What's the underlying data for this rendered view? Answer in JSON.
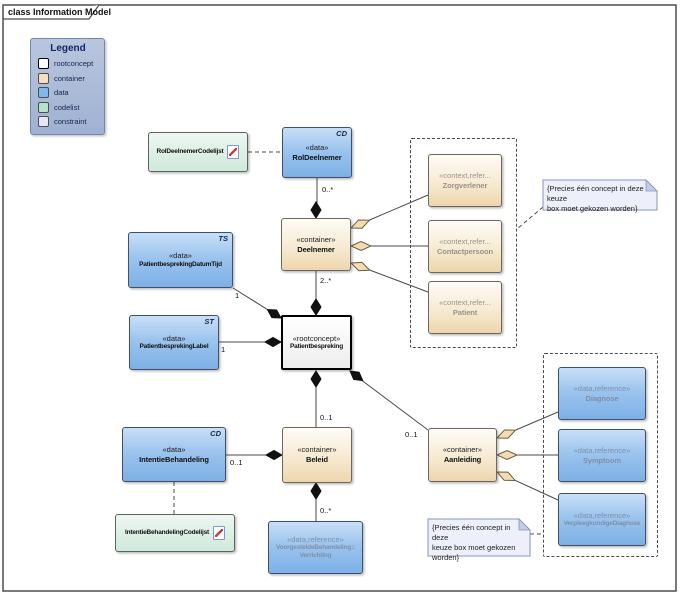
{
  "frame": {
    "title": "class Information Model"
  },
  "legend": {
    "title": "Legend",
    "items": [
      {
        "label": "rootconcept",
        "color": "#ffffff"
      },
      {
        "label": "container",
        "color": "#f5dfc0"
      },
      {
        "label": "data",
        "color": "#7db9ed"
      },
      {
        "label": "codelist",
        "color": "#b7e2ca"
      },
      {
        "label": "constraint",
        "color": "#e6e6f8"
      }
    ]
  },
  "nodes": {
    "rolDeelnemerCodelijst": {
      "label": "RolDeelnemerCodelijst"
    },
    "rolDeelnemer": {
      "stereotype": "«data»",
      "label": "RolDeelnemer",
      "tag": "CD"
    },
    "deelnemer": {
      "stereotype": "«container»",
      "label": "Deelnemer"
    },
    "zorgverlener": {
      "stereotype": "«context,refer...",
      "label": "Zorgverlener"
    },
    "contactpersoon": {
      "stereotype": "«context,refer...",
      "label": "Contactpersoon"
    },
    "patient": {
      "stereotype": "«context,refer...",
      "label": "Patient"
    },
    "patientbesprekingDatumTijd": {
      "stereotype": "«data»",
      "label": "PatientbesprekingDatumTijd",
      "tag": "TS"
    },
    "patientbesprekingLabel": {
      "stereotype": "«data»",
      "label": "PatientbesprekingLabel",
      "tag": "ST"
    },
    "patientbespreking": {
      "stereotype": "«rootconcept»",
      "label": "Patientbespreking"
    },
    "beleid": {
      "stereotype": "«container»",
      "label": "Beleid"
    },
    "intentieBehandeling": {
      "stereotype": "«data»",
      "label": "IntentieBehandeling",
      "tag": "CD"
    },
    "intentieBehandelingCodelijst": {
      "label": "IntentieBehandelingCodelijst"
    },
    "voorgesteldeBehandeling": {
      "stereotype": "«data,reference»",
      "label": "VoorgesteldeBehandeling::\nVerrichting"
    },
    "aanleiding": {
      "stereotype": "«container»",
      "label": "Aanleiding"
    },
    "diagnose": {
      "stereotype": "«data,reference»",
      "label": "Diagnose"
    },
    "symptoom": {
      "stereotype": "«data,reference»",
      "label": "Symptoom"
    },
    "verpleegkundigeDiagnose": {
      "stereotype": "«data,reference»",
      "label": "VerpleegkundigeDiagnose"
    }
  },
  "notes": {
    "keuzeTop": "{Precies één concept in deze keuze\nbox moet gekozen worden}",
    "keuzeBottom": "{Precies één concept in deze\nkeuze box moet gekozen\nworden}"
  },
  "multiplicities": {
    "rolDeelnemer": "0..*",
    "deelnemers": "2..*",
    "datumTijd": "1",
    "label": "1",
    "beleid": "0..1",
    "aanleiding": "0..1",
    "intentieBehandeling": "0..1",
    "verrichting": "0..*"
  },
  "colors": {
    "data": "#7db9ed",
    "container": "#f5dfc0",
    "codelist": "#b7e2ca",
    "rootconcept": "#ffffff",
    "constraint": "#e6e6f8",
    "note": "#edf0fb",
    "aggregationDiamond": "#f2ddb3",
    "compositionDiamond": "#111111"
  }
}
